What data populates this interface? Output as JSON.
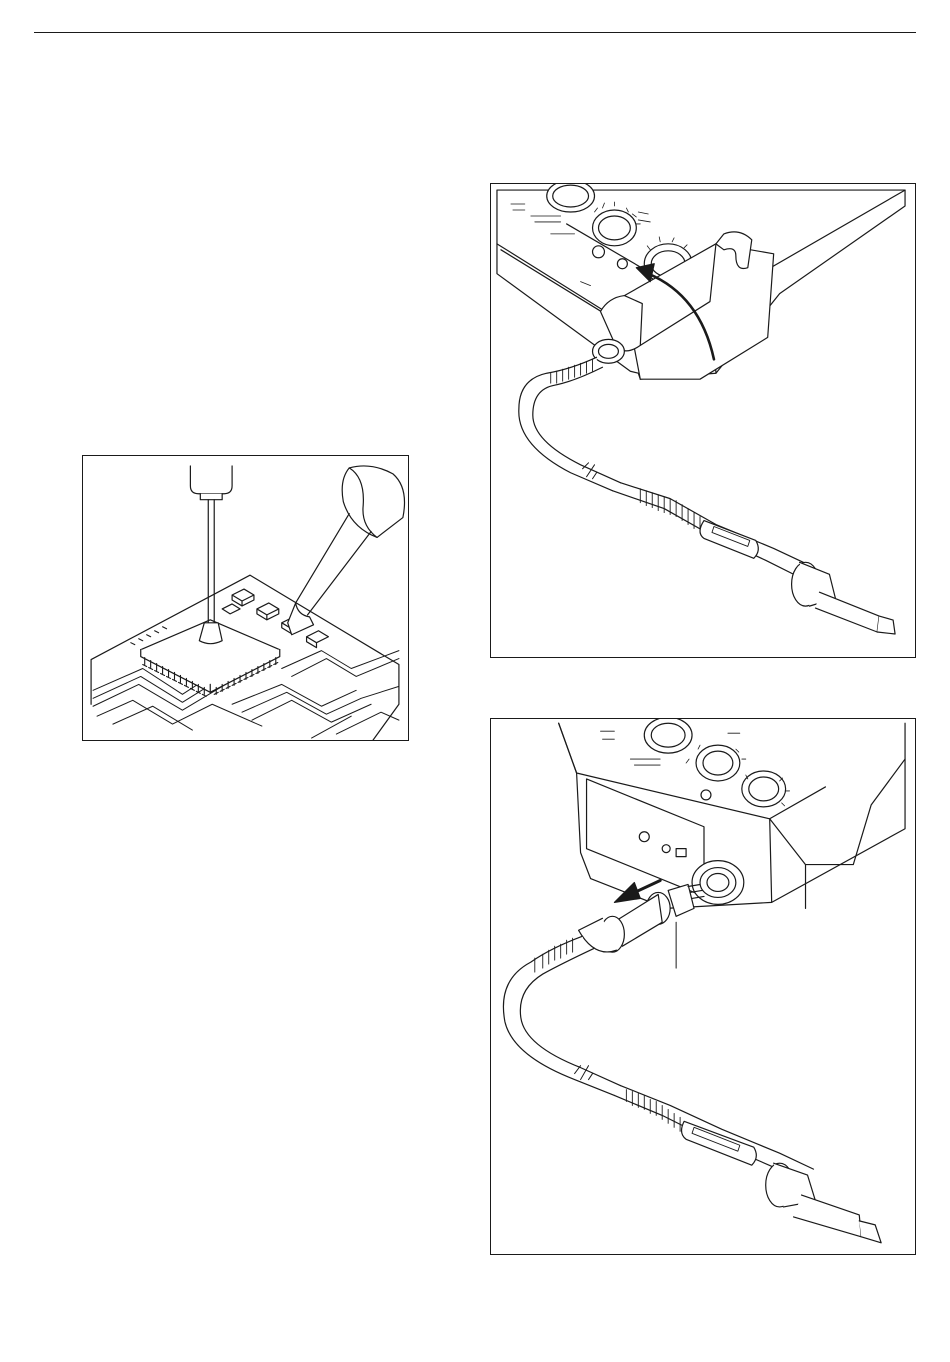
{
  "document": {
    "figures": [
      {
        "id": "fig-1",
        "depicts": "pcb-chip-with-vacuum-pickup-and-soldering-tip"
      },
      {
        "id": "fig-2",
        "depicts": "handpiece-placed-in-holder-of-station"
      },
      {
        "id": "fig-3",
        "depicts": "handpiece-plug-disconnected-from-station-socket"
      }
    ],
    "colors": {
      "line": "#1a1a1a",
      "paper": "#ffffff",
      "fill": "#ffffff"
    }
  }
}
